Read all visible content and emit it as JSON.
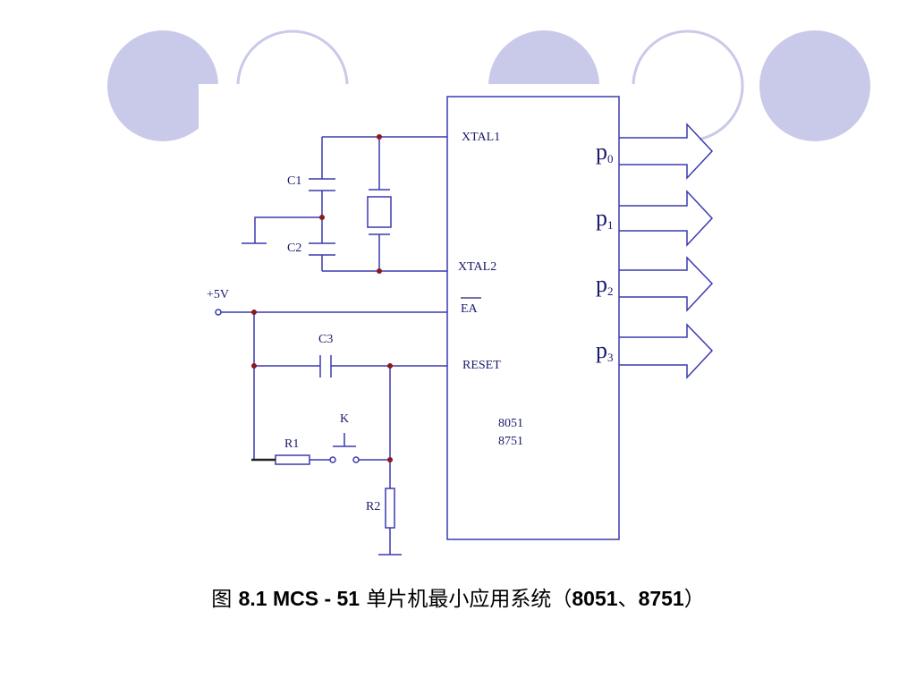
{
  "colors": {
    "wire": "#3a3ab0",
    "node": "#8b1a1a",
    "circle": "#c9c9ea",
    "circle_stroke": "#c9c9ea",
    "label": "#1a1a6e"
  },
  "decorations": [
    "circle-filled",
    "circle-outline",
    "circle-filled",
    "circle-outline",
    "circle-filled"
  ],
  "labels": {
    "xtal1": "XTAL1",
    "xtal2": "XTAL2",
    "ea": "EA",
    "reset": "RESET",
    "c1": "C1",
    "c2": "C2",
    "c3": "C3",
    "plus5v": "+5V",
    "k": "K",
    "r1": "R1",
    "r2": "R2",
    "chip1": "8051",
    "chip2": "8751"
  },
  "ports": [
    {
      "p": "p",
      "sub": "0"
    },
    {
      "p": "p",
      "sub": "1"
    },
    {
      "p": "p",
      "sub": "2"
    },
    {
      "p": "p",
      "sub": "3"
    }
  ],
  "caption": {
    "prefix": "图 ",
    "bold1": "8.1 MCS - 51",
    "mid": " 单片机最小应用系统（",
    "bold2": "8051",
    "sep": "、",
    "bold3": "8751",
    "suffix": "）"
  }
}
